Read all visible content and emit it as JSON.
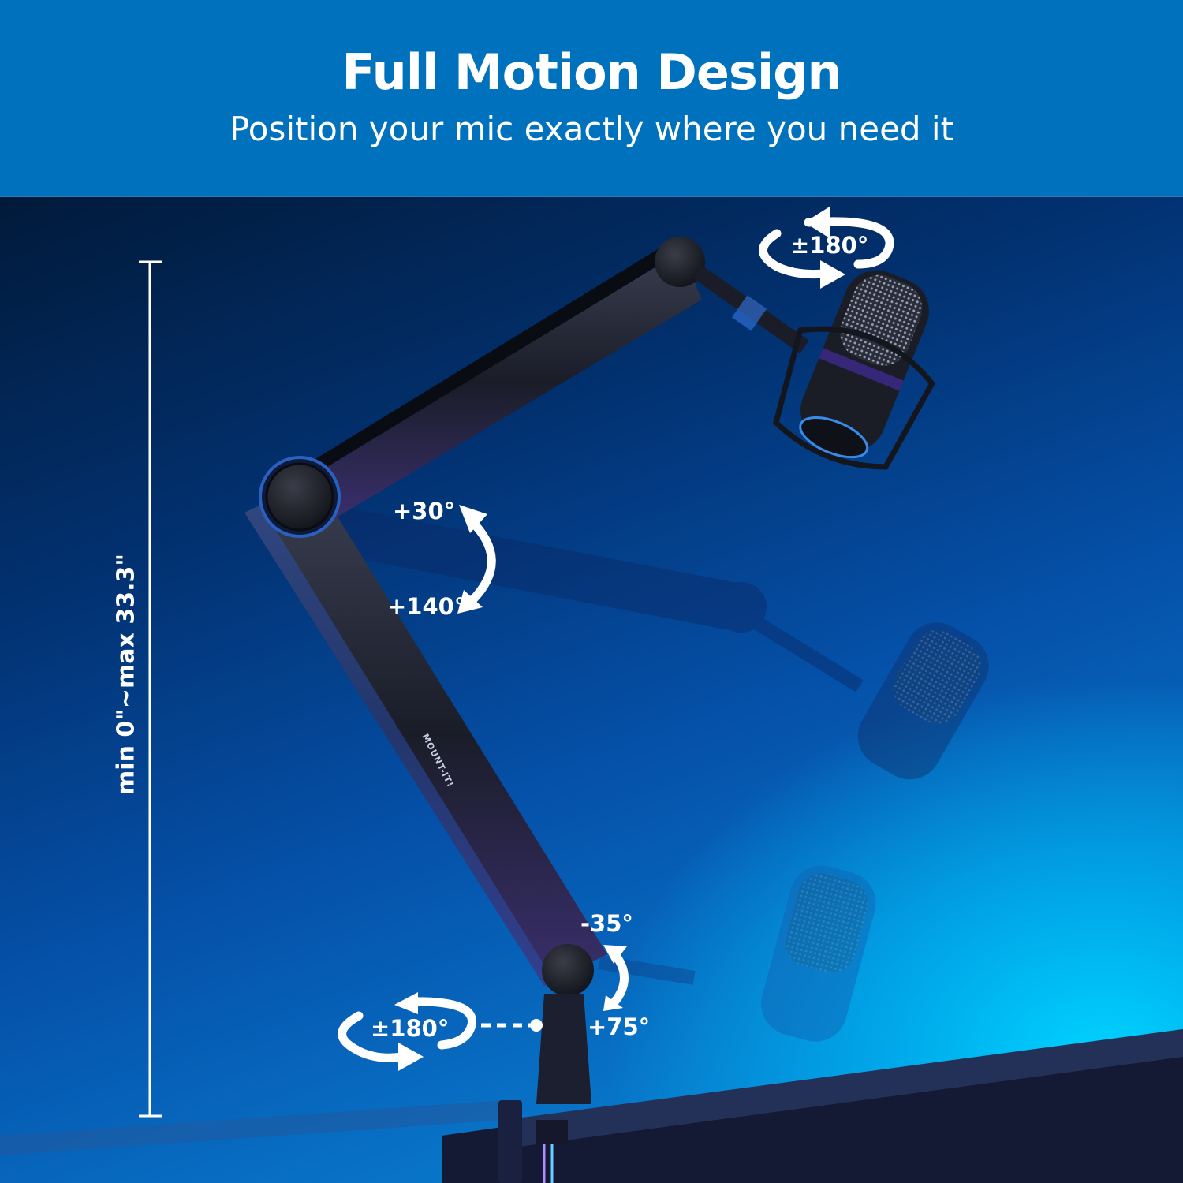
{
  "header": {
    "title": "Full Motion Design",
    "subtitle": "Position your mic exactly where you need it",
    "background_color": "#0071bd"
  },
  "dimensions": {
    "height_range_label": "min 0\"~max 33.3\""
  },
  "rotation_labels": {
    "mic_rotation": "±180°",
    "upper_joint_top": "+30°",
    "upper_joint_bottom": "+140°",
    "base_joint_top": "-35°",
    "base_joint_bottom": "+75°",
    "base_rotation": "±180°"
  },
  "product": {
    "brand_mark": "MOUNT-IT!"
  },
  "colors": {
    "scene_dark": "#021d3f",
    "scene_mid": "#0550a8",
    "scene_glow": "#00d4ff",
    "arm": "#1c2130",
    "text": "#ffffff"
  }
}
